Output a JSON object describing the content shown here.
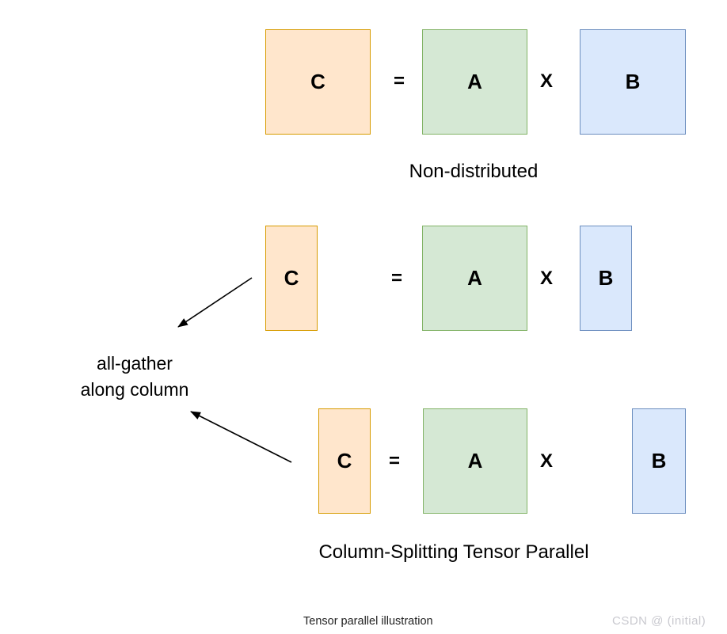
{
  "colors": {
    "matrix_c_fill": "#FFE6CC",
    "matrix_c_stroke": "#D79B00",
    "matrix_a_fill": "#D5E8D4",
    "matrix_a_stroke": "#82B366",
    "matrix_b_fill": "#DAE8FC",
    "matrix_b_stroke": "#6C8EBF",
    "arrow": "#000000",
    "text": "#000000",
    "footer_text": "#222222",
    "watermark": "#C9C9CF"
  },
  "labels": {
    "matrix_c": "C",
    "matrix_a": "A",
    "matrix_b": "B",
    "equals": "=",
    "multiply": "X"
  },
  "sections": {
    "non_distributed": {
      "caption": "Non-distributed"
    },
    "column_splitting": {
      "caption": "Column-Splitting Tensor Parallel"
    }
  },
  "annotation": {
    "line1": "all-gather",
    "line2": "along column"
  },
  "footer": {
    "caption": "Tensor parallel illustration",
    "watermark": "CSDN @ (initial)"
  }
}
